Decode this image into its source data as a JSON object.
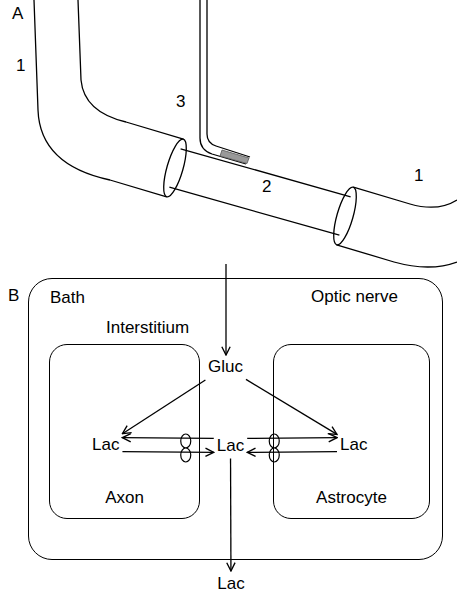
{
  "diagram": {
    "nodes": [
      {
        "text": [
          "Optic nerve"
        ]
      },
      {
        "text": [
          "Gluc"
        ],
        "in": 0
      },
      {
        "text": [
          "Lac"
        ],
        "in": 0
      },
      {
        "text": [
          "Lac",
          "Axon"
        ],
        "in": 0
      },
      {
        "text": [
          "Lac",
          "Astrocyte"
        ],
        "in": 0
      },
      {
        "text": [
          "Lac"
        ]
      }
    ],
    "edges": [
      {
        "from": 1,
        "to": 3,
        "arrow": "to"
      },
      {
        "from": 1,
        "to": 4,
        "arrow": "to"
      },
      {
        "from": 3,
        "to": 2,
        "arrow": "to"
      },
      {
        "from": 2,
        "to": 3,
        "arrow": "to"
      },
      {
        "from": 4,
        "to": 2,
        "arrow": "to"
      },
      {
        "from": 2,
        "to": 4,
        "arrow": "to"
      },
      {
        "from": 2,
        "to": 5,
        "arrow": "to"
      }
    ],
    "labels": [
      "A",
      "1",
      "3",
      "2",
      "1",
      "B",
      "Bath",
      "Interstitium"
    ]
  }
}
